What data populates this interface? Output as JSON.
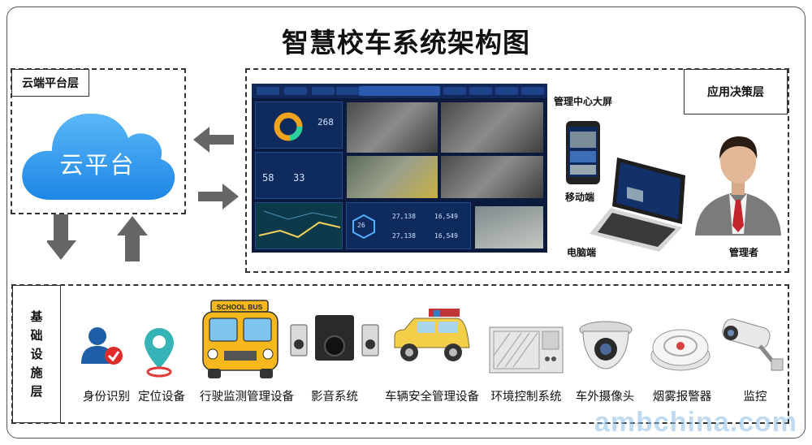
{
  "title": "智慧校车系统架构图",
  "layers": {
    "cloud": "云端平台层",
    "decision": "应用决策层",
    "base_chars": [
      "基",
      "础",
      "设",
      "施",
      "层"
    ]
  },
  "cloud_label": "云平台",
  "decision": {
    "big_screen": "管理中心大屏",
    "mobile": "移动端",
    "pc": "电脑端",
    "manager": "管理者"
  },
  "screen": {
    "n1": "268",
    "n2": "58",
    "n3": "33",
    "n4": "26",
    "v1": "27,138",
    "v2": "16,549",
    "v3": "27,138",
    "v4": "16,549"
  },
  "devices": [
    "身份识别",
    "定位设备",
    "行驶监测管理设备",
    "影音系统",
    "车辆安全管理设备",
    "环境控制系统",
    "车外摄像头",
    "烟雾报警器",
    "监控"
  ],
  "bus_sign": "SCHOOL BUS",
  "watermark": "ambchina.com",
  "colors": {
    "cloud": "#2f9bf0",
    "screen_bg": "#0b1a3d",
    "bus_yellow": "#f6b81c",
    "tie_red": "#c4252c"
  }
}
